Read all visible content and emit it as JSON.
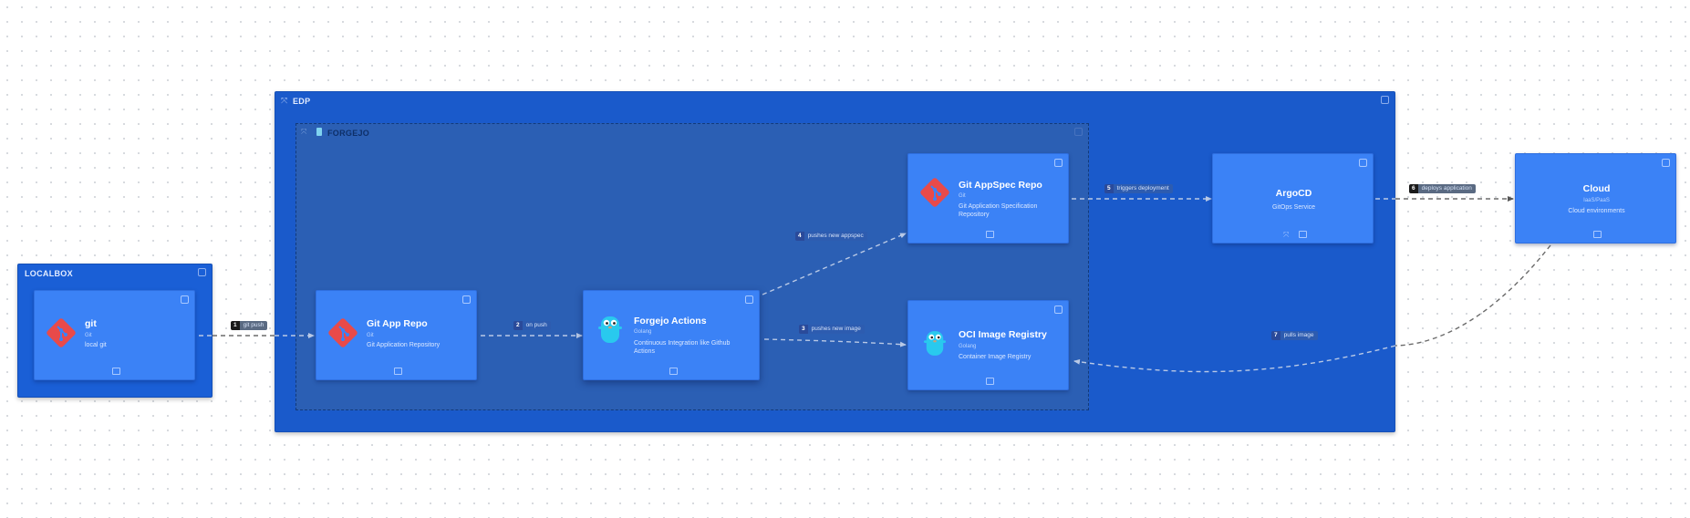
{
  "frames": {
    "edp": {
      "title": "EDP"
    },
    "forgejo": {
      "title": "FORGEJO"
    },
    "localbox": {
      "title": "LOCALBOX"
    }
  },
  "nodes": {
    "git": {
      "title": "git",
      "tech": "Git",
      "desc": "local git",
      "icon": "git-logo-icon"
    },
    "git_app_repo": {
      "title": "Git App Repo",
      "tech": "Git",
      "desc": "Git Application Repository",
      "icon": "git-logo-icon"
    },
    "forgejo_actions": {
      "title": "Forgejo Actions",
      "tech": "Golang",
      "desc": "Continuous Integration like Github Actions",
      "icon": "gopher-icon"
    },
    "git_appspec_repo": {
      "title": "Git AppSpec Repo",
      "tech": "Git",
      "desc": "Git Application Specification Repository",
      "icon": "git-logo-icon"
    },
    "oci_registry": {
      "title": "OCI Image Registry",
      "tech": "Golang",
      "desc": "Container Image Registry",
      "icon": "gopher-icon"
    },
    "argocd": {
      "title": "ArgoCD",
      "tech": "",
      "desc": "GitOps Service"
    },
    "cloud": {
      "title": "Cloud",
      "tech": "IaaS/PaaS",
      "desc": "Cloud environments"
    }
  },
  "edges": [
    {
      "step": "1",
      "label": "git push"
    },
    {
      "step": "2",
      "label": "on push"
    },
    {
      "step": "3",
      "label": "pushes new image"
    },
    {
      "step": "4",
      "label": "pushes new appspec"
    },
    {
      "step": "5",
      "label": "triggers deployment"
    },
    {
      "step": "6",
      "label": "deploys application"
    },
    {
      "step": "7",
      "label": "pulls image"
    }
  ],
  "colors": {
    "edp_frame": "#1a5acb",
    "forgejo_frame": "#2b5fb4",
    "localbox_frame": "#1a5fd6",
    "node": "#3b82f6",
    "git_logo": "#e84a4a",
    "gopher": "#29c9ee"
  }
}
